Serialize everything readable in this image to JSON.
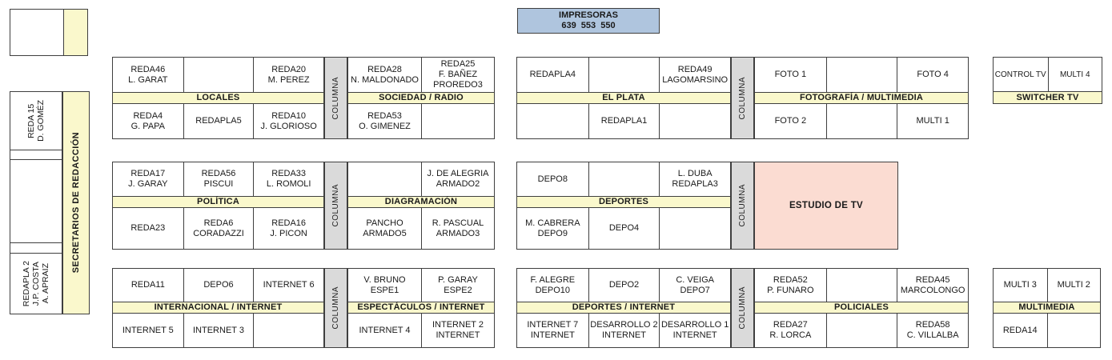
{
  "colors": {
    "band-yellow": "#FAF8CC",
    "column-gray": "#DADADA",
    "studio-pink": "#FBDCD2",
    "printers-blue": "#AFC5DE",
    "border": "#3F3F3F"
  },
  "printers": {
    "title": "IMPRESORAS",
    "numbers": "639  553  550"
  },
  "columna": "COLUMNA",
  "studio": {
    "label": "ESTUDIO DE TV"
  },
  "sidebar": {
    "secretarios": "SECRETARIOS DE REDACCIÓN",
    "desk_gomez": "REDA 15\nD. GOMÉZ",
    "desk_costa": "REDAPLA 2\nJ.P. COSTA\nA. APRAIZ"
  },
  "blocks": {
    "locales": {
      "band": "LOCALES",
      "top": [
        "REDA46\nL. GARAT",
        "",
        "REDA20\nM. PEREZ"
      ],
      "bottom": [
        "REDA4\nG. PAPA",
        "REDAPLA5",
        "REDA10\nJ. GLORIOSO"
      ]
    },
    "sociedad": {
      "band": "SOCIEDAD / RADIO",
      "top": [
        "REDA28\nN. MALDONADO",
        "REDA25\nF. BAÑEZ\nPROREDO3"
      ],
      "bottom": [
        "REDA53\nO. GIMENEZ",
        ""
      ]
    },
    "elplata": {
      "band": "EL PLATA",
      "top": [
        "REDAPLA4",
        "",
        "REDA49\nLAGOMARSINO"
      ],
      "bottom": [
        "",
        "REDAPLA1",
        ""
      ]
    },
    "fotografia": {
      "band": "FOTOGRAFÍA / MULTIMEDIA",
      "top": [
        "FOTO 1",
        "",
        "FOTO 4"
      ],
      "bottom": [
        "FOTO 2",
        "",
        "MULTI 1"
      ]
    },
    "switcher": {
      "band": "SWITCHER TV",
      "top": [
        "CONTROL TV",
        "MULTI 4"
      ]
    },
    "politica": {
      "band": "POLÍTICA",
      "top": [
        "REDA17\nJ. GARAY",
        "REDA56\nPISCUI",
        "REDA33\nL. ROMOLI"
      ],
      "bottom": [
        "REDA23",
        "REDA6\nCORADAZZI",
        "REDA16\nJ. PICON"
      ]
    },
    "diagramacion": {
      "band": "DIAGRAMACIÓN",
      "top": [
        "",
        "J. DE ALEGRIA\nARMADO2"
      ],
      "bottom": [
        "PANCHO\nARMADO5",
        "R. PASCUAL\nARMADO3"
      ]
    },
    "deportes": {
      "band": "DEPORTES",
      "top": [
        "DEPO8",
        "",
        "L. DUBA\nREDAPLA3"
      ],
      "bottom": [
        "M. CABRERA\nDEPO9",
        "DEPO4",
        ""
      ]
    },
    "internacional": {
      "band": "INTERNACIONAL / INTERNET",
      "top": [
        "REDA11",
        "DEPO6",
        "INTERNET 6"
      ],
      "bottom": [
        "INTERNET 5",
        "INTERNET 3",
        ""
      ]
    },
    "espectaculos": {
      "band": "ESPECTÁCULOS / INTERNET",
      "top": [
        "V. BRUNO\nESPE1",
        "P. GARAY\nESPE2"
      ],
      "bottom": [
        "INTERNET 4",
        "INTERNET 2\nINTERNET"
      ]
    },
    "deportes_internet": {
      "band": "DEPORTES / INTERNET",
      "top": [
        "F. ALEGRE\nDEPO10",
        "DEPO2",
        "C. VEIGA\nDEPO7"
      ],
      "bottom": [
        "INTERNET 7\nINTERNET",
        "DESARROLLO 2\nINTERNET",
        "DESARROLLO 1\nINTERNET"
      ]
    },
    "policiales": {
      "band": "POLICIALES",
      "top": [
        "REDA52\nP. FUNARO",
        "",
        "REDA45\nMARCOLONGO"
      ],
      "bottom": [
        "REDA27\nR. LORCA",
        "",
        "REDA58\nC. VILLALBA"
      ]
    },
    "multimedia": {
      "band": "MULTIMEDIA",
      "top": [
        "MULTI 3",
        "MULTI 2"
      ],
      "bottom": [
        "REDA14",
        ""
      ]
    }
  }
}
